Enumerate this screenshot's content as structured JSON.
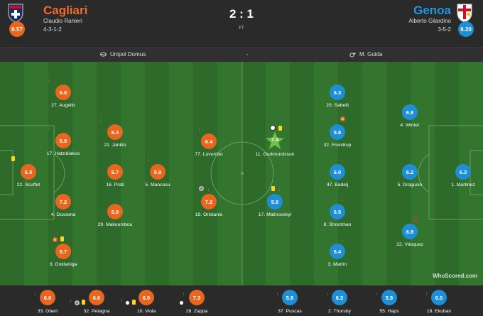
{
  "home": {
    "name": "Cagliari",
    "coach": "Claudio Ranieri",
    "formation": "4-3-1-2",
    "rating": "6.57",
    "color": "#e8661e"
  },
  "away": {
    "name": "Genoa",
    "coach": "Alberto Gilardino",
    "formation": "3-5-2",
    "rating": "6.30",
    "color": "#1e8fd6"
  },
  "match": {
    "score": "2 : 1",
    "status": "FT",
    "venue": "Unipol Domus",
    "separator": "-",
    "referee": "M. Guida"
  },
  "home_players": [
    {
      "num": "27",
      "name": "Augello",
      "rating": "6.8"
    },
    {
      "num": "17",
      "name": "Hatzidiakos",
      "rating": "6.9"
    },
    {
      "num": "22",
      "name": "Scuffet",
      "rating": "6.3"
    },
    {
      "num": "4",
      "name": "Dossena",
      "rating": "7.2"
    },
    {
      "num": "3",
      "name": "Goldaniga",
      "rating": "5.7"
    },
    {
      "num": "21",
      "name": "Jankto",
      "rating": "6.3"
    },
    {
      "num": "16",
      "name": "Prati",
      "rating": "6.7"
    },
    {
      "num": "29",
      "name": "Makoumbou",
      "rating": "6.9"
    },
    {
      "num": "5",
      "name": "Mancosu",
      "rating": "5.9"
    },
    {
      "num": "77",
      "name": "Luvumbo",
      "rating": "6.4"
    },
    {
      "num": "19",
      "name": "Oristanio",
      "rating": "7.2"
    }
  ],
  "away_players": [
    {
      "num": "11",
      "name": "Gudmundsson",
      "rating": "7.4"
    },
    {
      "num": "17",
      "name": "Malinovskyi",
      "rating": "5.9"
    },
    {
      "num": "20",
      "name": "Sabelli",
      "rating": "6.3"
    },
    {
      "num": "32",
      "name": "Frendrup",
      "rating": "5.8"
    },
    {
      "num": "47",
      "name": "Badelj",
      "rating": "6.0"
    },
    {
      "num": "8",
      "name": "Strootman",
      "rating": "6.5"
    },
    {
      "num": "3",
      "name": "Martín",
      "rating": "6.4"
    },
    {
      "num": "4",
      "name": "Winter",
      "rating": "6.8"
    },
    {
      "num": "5",
      "name": "Dragusin",
      "rating": "6.2"
    },
    {
      "num": "22",
      "name": "Vásquez",
      "rating": "6.8"
    },
    {
      "num": "1",
      "name": "Martinez",
      "rating": "6.3"
    }
  ],
  "subs": [
    {
      "num": "33",
      "name": "Obert",
      "rating": "6.0",
      "team": "home"
    },
    {
      "num": "32",
      "name": "Petagna",
      "rating": "6.6",
      "team": "home"
    },
    {
      "num": "10",
      "name": "Viola",
      "rating": "6.9",
      "team": "home"
    },
    {
      "num": "28",
      "name": "Zappa",
      "rating": "7.3",
      "team": "home"
    },
    {
      "num": "37",
      "name": "Puscas",
      "rating": "5.8",
      "team": "away"
    },
    {
      "num": "2",
      "name": "Thorsby",
      "rating": "6.3",
      "team": "away"
    },
    {
      "num": "55",
      "name": "Haps",
      "rating": "5.9",
      "team": "away"
    },
    {
      "num": "18",
      "name": "Ekuban",
      "rating": "6.0",
      "team": "away"
    }
  ],
  "icons": {
    "venue": "stadium-icon",
    "referee": "whistle-icon"
  },
  "badges": {
    "e": "E",
    "a": "A"
  },
  "watermark": "WhoScored.com"
}
